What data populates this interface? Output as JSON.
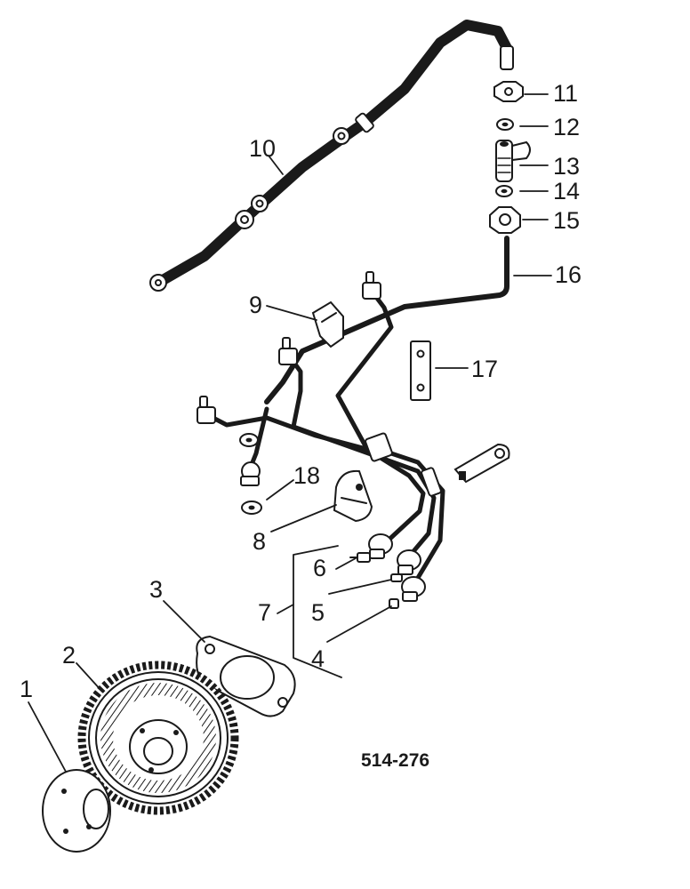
{
  "diagram": {
    "reference_code": "514-276",
    "callouts": [
      "1",
      "2",
      "3",
      "4",
      "5",
      "6",
      "7",
      "8",
      "9",
      "10",
      "11",
      "12",
      "13",
      "14",
      "15",
      "16",
      "17",
      "18"
    ],
    "colors": {
      "ink": "#1a1a1a",
      "paper": "#ffffff"
    }
  }
}
